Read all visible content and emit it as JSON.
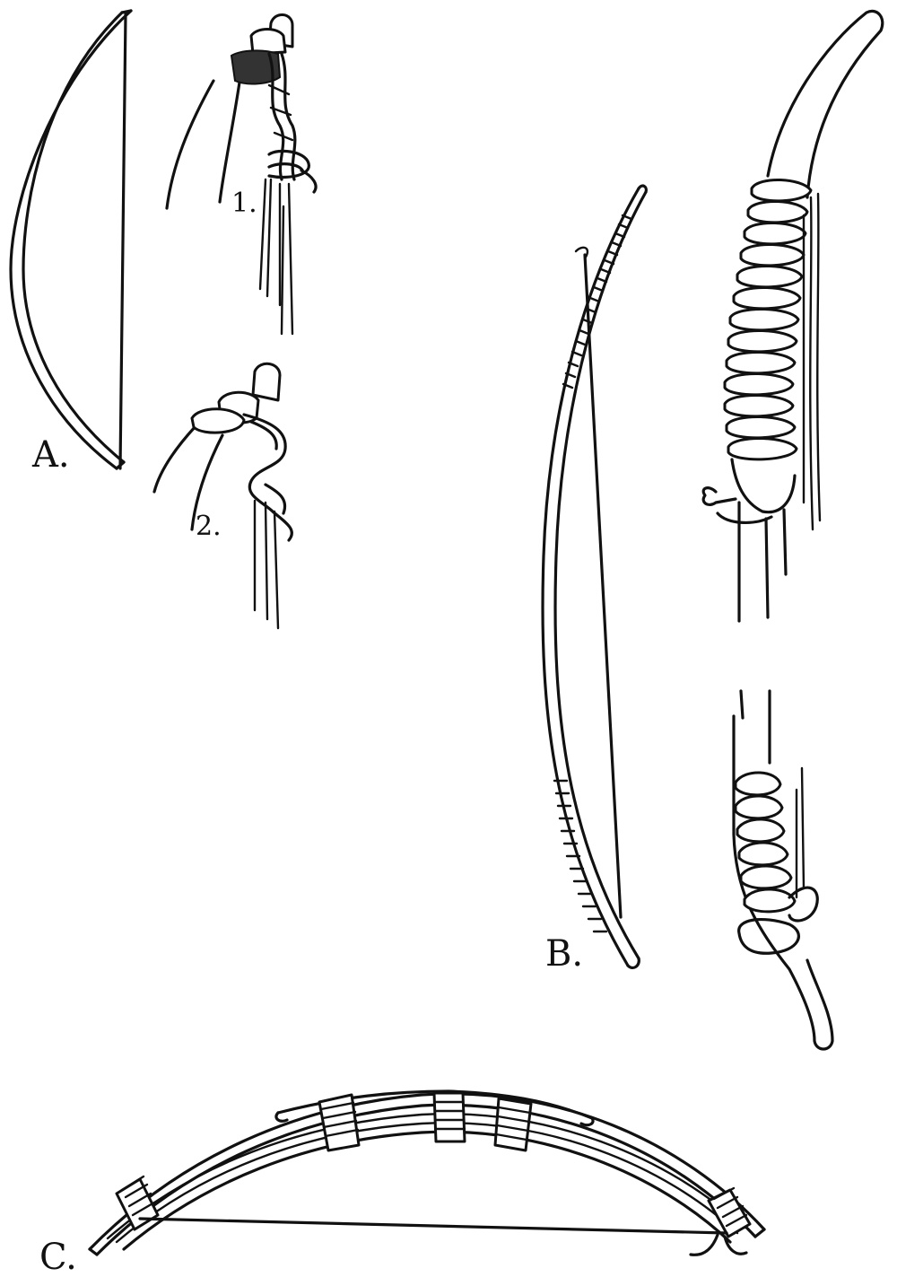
{
  "labels": {
    "fig_a": "A.",
    "detail_1": "1.",
    "detail_2": "2.",
    "fig_b": "B.",
    "fig_c": "C."
  },
  "colors": {
    "ink": "#111111",
    "paper": "#ffffff"
  }
}
